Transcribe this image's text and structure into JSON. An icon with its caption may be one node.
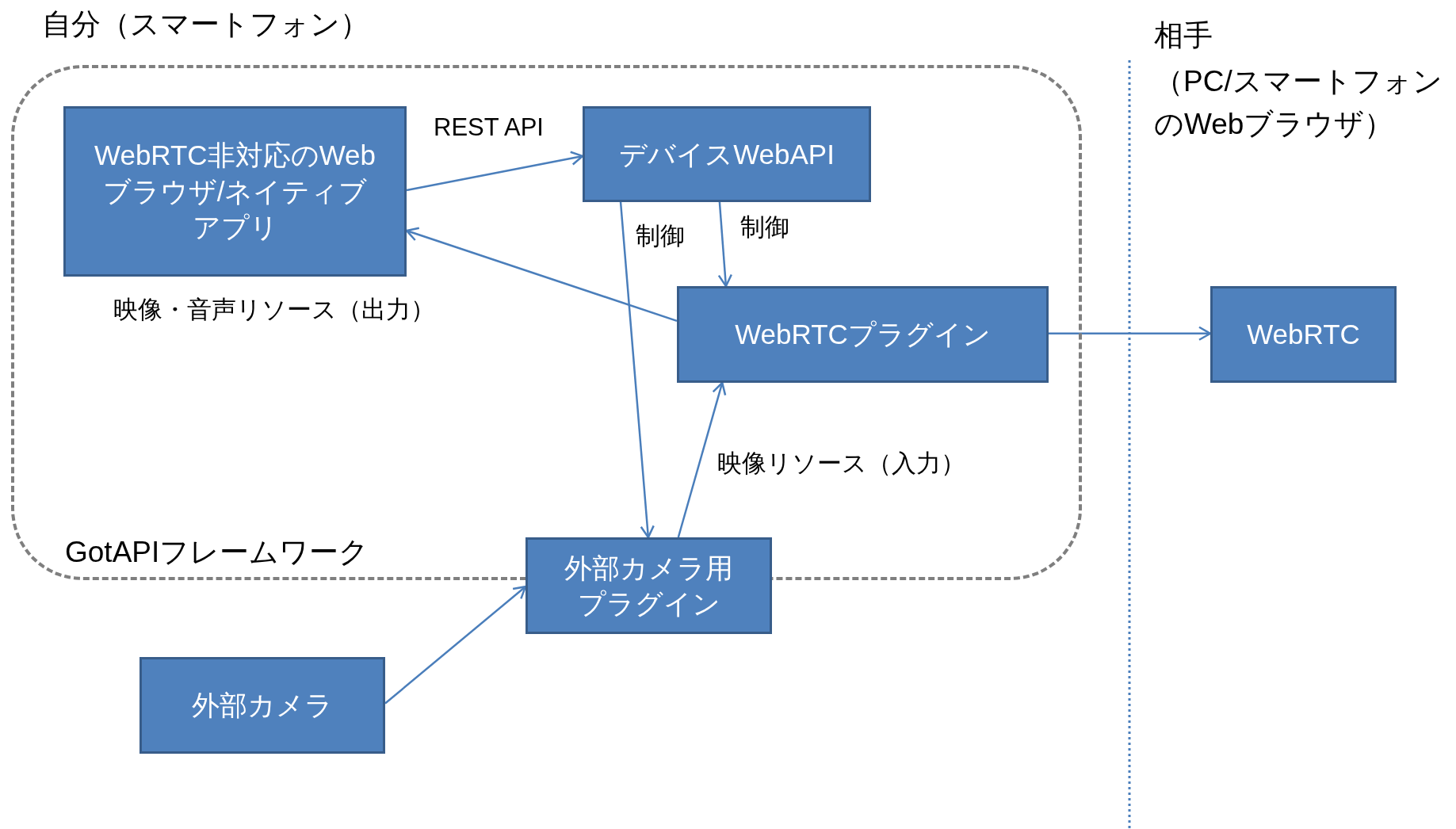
{
  "diagram": {
    "nodes": [
      {
        "text": [
          "GotAPIフレームワーク"
        ]
      },
      {
        "text": [
          "WebRTC非対応のWebブラウザ/ネイティブアプリ"
        ],
        "in": 0
      },
      {
        "text": [
          "デバイスWebAPI"
        ],
        "in": 0
      },
      {
        "text": [
          "WebRTCプラグイン"
        ],
        "in": 0
      },
      {
        "text": [
          "WebRTC"
        ]
      },
      {
        "text": [
          "外部カメラ用プラグイン"
        ]
      },
      {
        "text": [
          "外部カメラ"
        ]
      }
    ],
    "edges": [
      {
        "from": 1,
        "to": 2,
        "arrow": "to",
        "label": "REST API"
      },
      {
        "from": 2,
        "to": 3,
        "arrow": "to",
        "label": "制御"
      },
      {
        "from": 2,
        "to": 5,
        "arrow": "to",
        "label": "制御"
      },
      {
        "from": 3,
        "to": 1,
        "arrow": "to",
        "label": "映像・音声リソース（出力）"
      },
      {
        "from": 5,
        "to": 3,
        "arrow": "to",
        "label": "映像リソース（入力）"
      },
      {
        "from": 3,
        "to": 4,
        "arrow": "to"
      },
      {
        "from": 6,
        "to": 5,
        "arrow": "to"
      }
    ],
    "labels": [
      "自分（スマートフォン）",
      "相手",
      "（PC/スマートフォンのWebブラウザ）"
    ]
  }
}
